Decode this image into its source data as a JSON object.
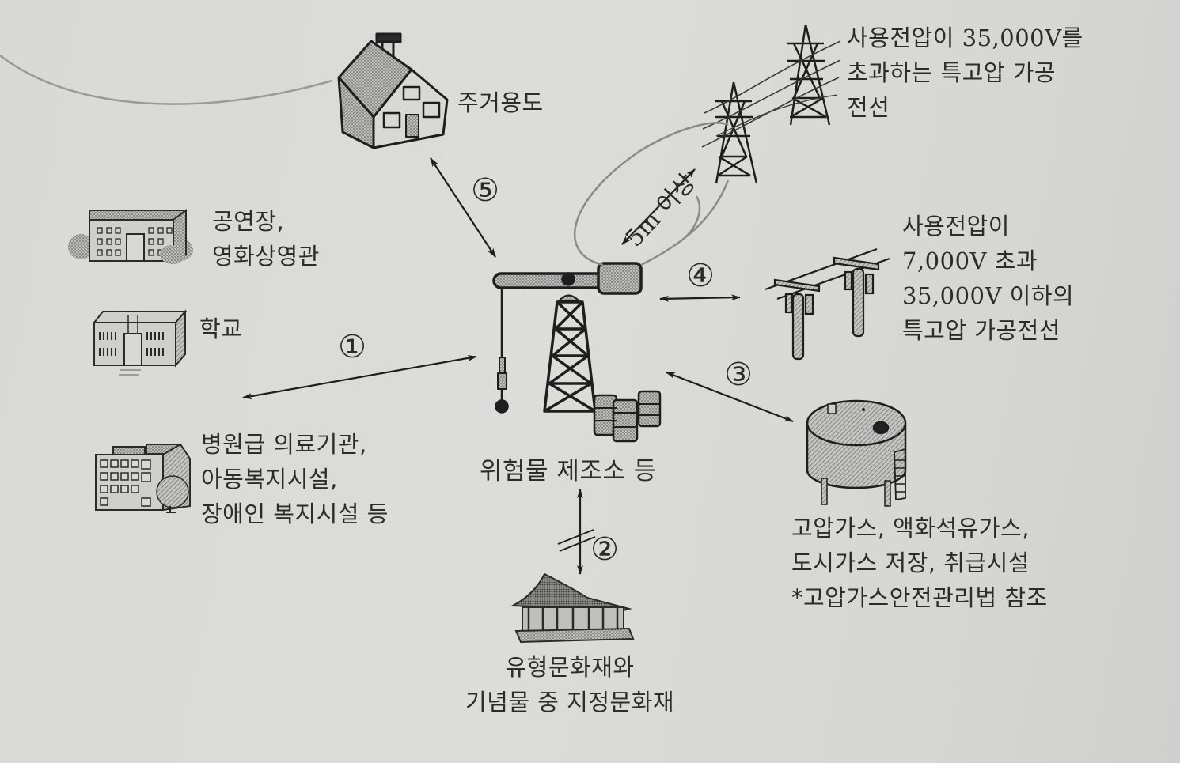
{
  "diagram": {
    "center": {
      "label": "위험물 제조소 등",
      "icon": "oil-derrick-with-drums"
    },
    "targets": [
      {
        "id": "residential",
        "number": "⑤",
        "lines": [
          "주거용도"
        ],
        "icon": "house-icon"
      },
      {
        "id": "public-assembly",
        "number": "①",
        "lines": [
          "공연장,",
          "영화상영관"
        ],
        "icon": "theater-building-icon"
      },
      {
        "id": "school",
        "number": "①",
        "lines": [
          "학교"
        ],
        "icon": "school-building-icon"
      },
      {
        "id": "hospital-welfare",
        "number": "①",
        "lines": [
          "병원급 의료기관,",
          "아동복지시설,",
          "장애인 복지시설 등"
        ],
        "icon": "hospital-building-icon"
      },
      {
        "id": "cultural-heritage",
        "number": "②",
        "lines": [
          "유형문화재와",
          "기념물 중 지정문화재"
        ],
        "icon": "traditional-pavilion-icon"
      },
      {
        "id": "gas-facility",
        "number": "③",
        "lines": [
          "고압가스, 액화석유가스,",
          "도시가스 저장, 취급시설",
          "*고압가스안전관리법 참조"
        ],
        "icon": "gas-tank-icon"
      },
      {
        "id": "mid-voltage-line",
        "number": "④",
        "lines": [
          "사용전압이",
          "7,000V  초과",
          "35,000V 이하의",
          "특고압 가공전선"
        ],
        "icon": "utility-pole-icon"
      },
      {
        "id": "high-voltage-line",
        "lines": [
          "사용전압이 35,000V를",
          "초과하는 특고압 가공",
          "전선"
        ],
        "icon": "transmission-tower-icon"
      }
    ],
    "numbers": {
      "one": "①",
      "two": "②",
      "three": "③",
      "four": "④",
      "five": "⑤"
    },
    "distance_label": "5m 이상"
  }
}
